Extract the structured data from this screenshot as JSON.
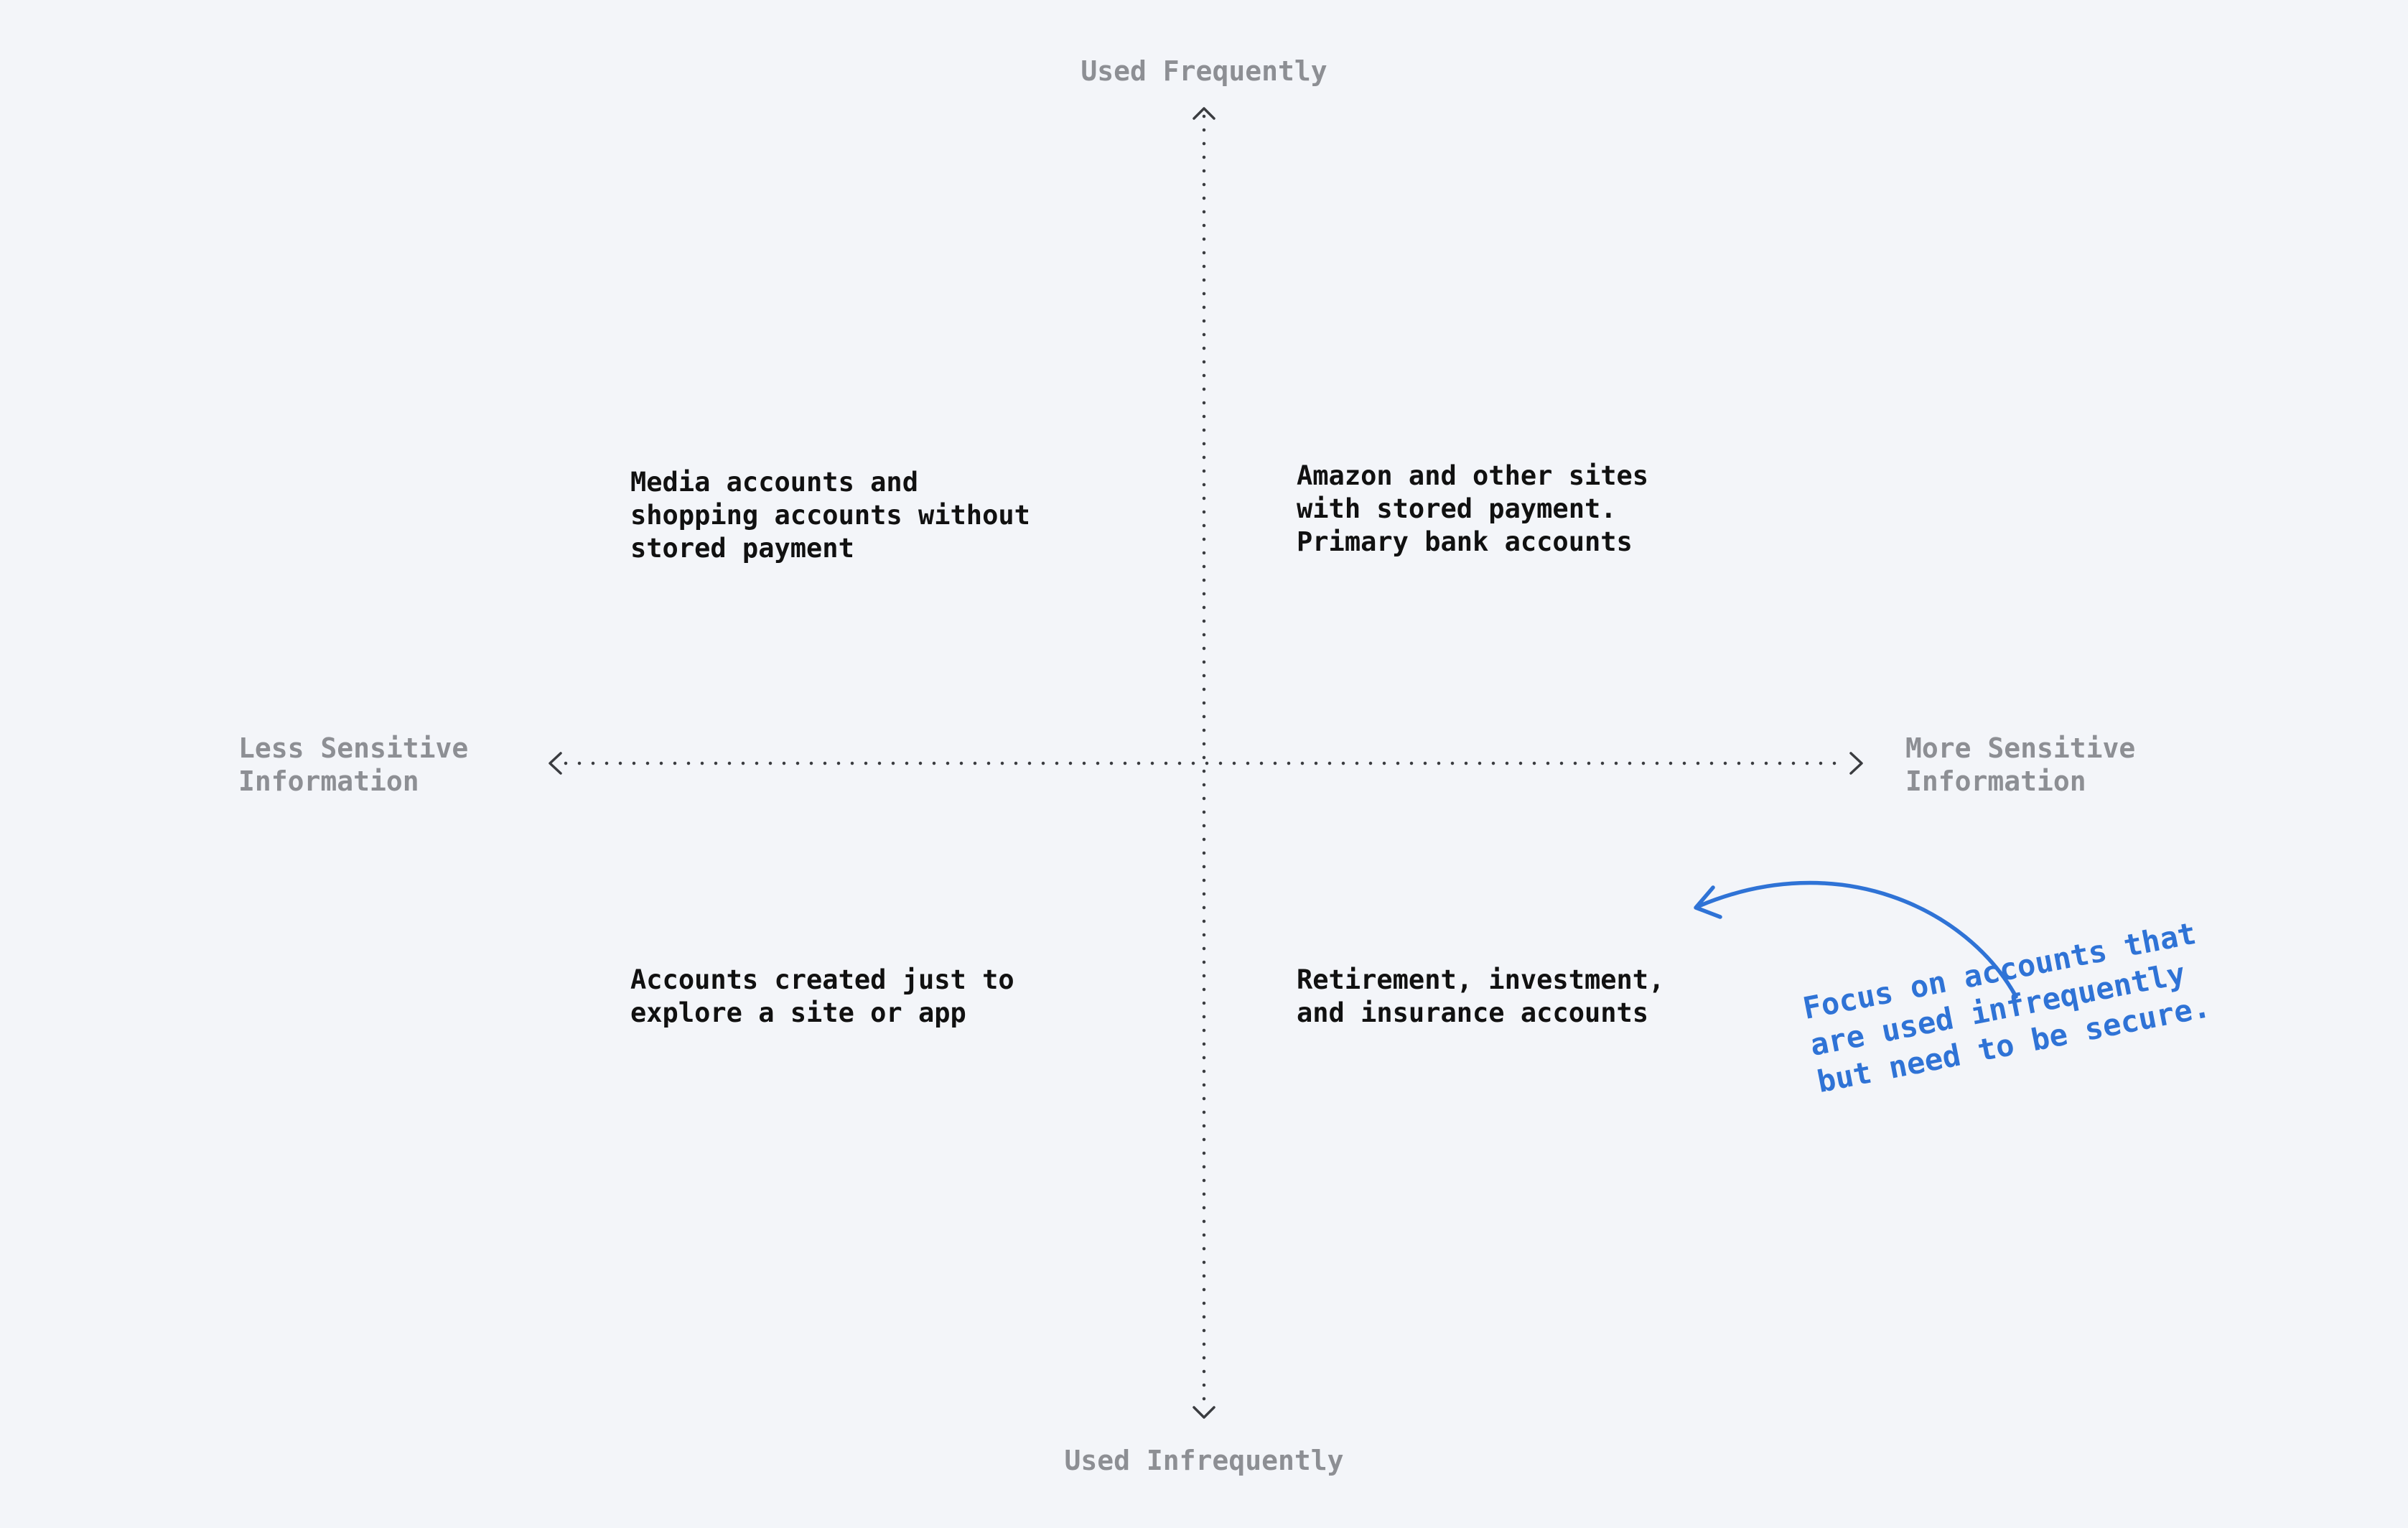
{
  "axes": {
    "top_label": "Used Frequently",
    "bottom_label": "Used Infrequently",
    "left_label": "Less Sensitive\nInformation",
    "right_label": "More Sensitive\nInformation"
  },
  "quadrants": {
    "top_left": "Media accounts and\nshopping accounts without\nstored payment",
    "top_right": "Amazon and other sites\nwith stored payment.\nPrimary bank accounts",
    "bottom_left": "Accounts created just to\nexplore a site or app",
    "bottom_right": "Retirement, investment,\nand insurance accounts"
  },
  "callout": {
    "text": "Focus on accounts that\nare used infrequently\nbut need to be secure."
  },
  "colors": {
    "background": "#f3f5f9",
    "axis_line": "#3a3c40",
    "axis_label": "#8d8f94",
    "quadrant_text": "#111111",
    "callout": "#2f73d6"
  }
}
